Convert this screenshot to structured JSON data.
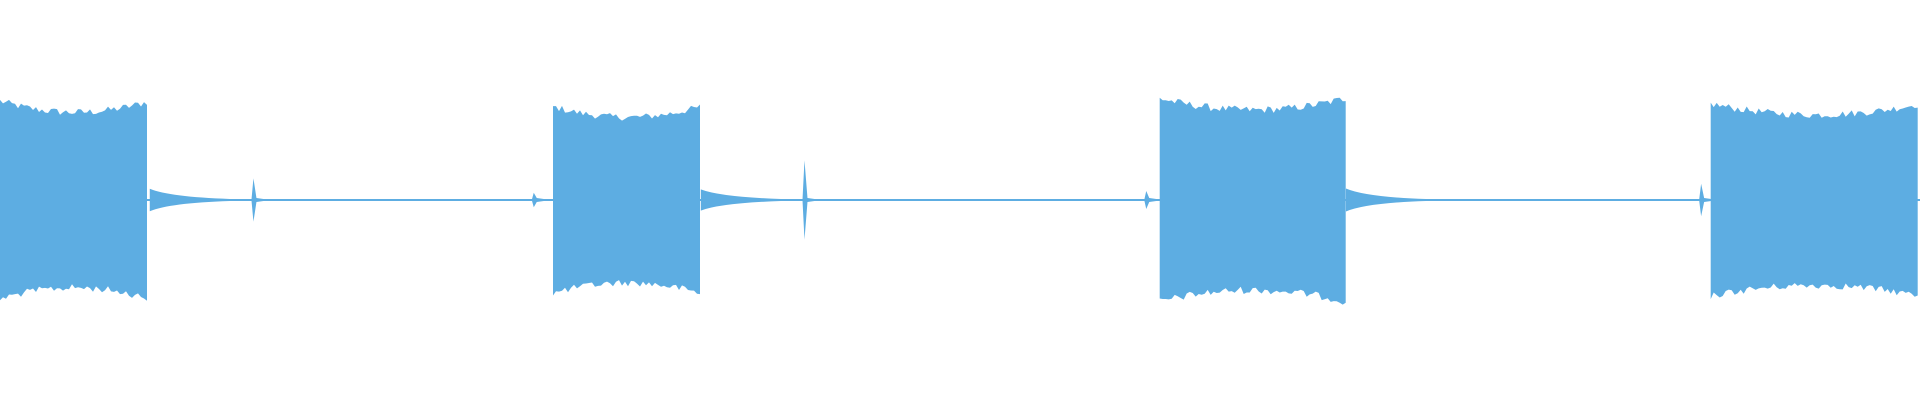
{
  "waveform": {
    "color": "#5dade2",
    "bursts": [
      {
        "start": 0.0,
        "end": 0.078,
        "amplitude": 0.72
      },
      {
        "start": 0.288,
        "end": 0.365,
        "amplitude": 0.68
      },
      {
        "start": 0.604,
        "end": 0.701,
        "amplitude": 0.74
      },
      {
        "start": 0.891,
        "end": 1.0,
        "amplitude": 0.7
      }
    ],
    "clicks": [
      {
        "position": 0.132,
        "amplitude": 0.12
      },
      {
        "position": 0.278,
        "amplitude": 0.04
      },
      {
        "position": 0.419,
        "amplitude": 0.22
      },
      {
        "position": 0.597,
        "amplitude": 0.05
      },
      {
        "position": 0.886,
        "amplitude": 0.09
      }
    ],
    "baseline_amplitude": 0.01
  }
}
